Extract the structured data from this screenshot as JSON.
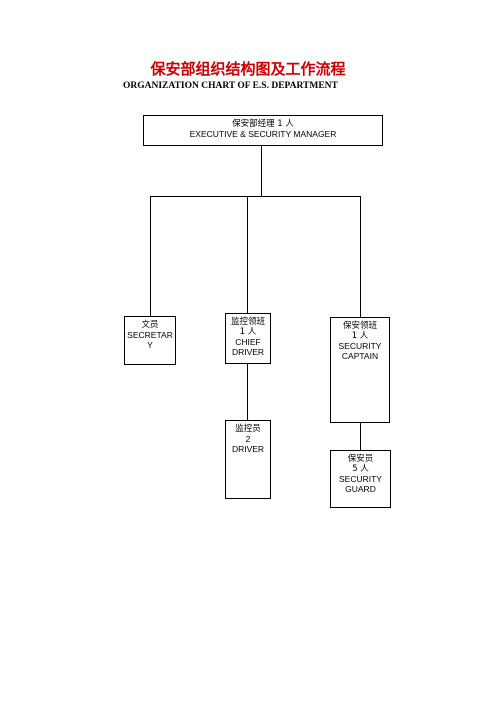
{
  "header": {
    "title": "保安部组织结构图及工作流程",
    "subtitle": "ORGANIZATION CHART OF E.S. DEPARTMENT"
  },
  "nodes": {
    "manager": {
      "line1": "保安部经理 1 人",
      "line2": "EXECUTIVE  & SECURITY MANAGER"
    },
    "secretary": {
      "line1": "文员",
      "line2": "SECRETAR",
      "line3": "Y"
    },
    "chief_driver": {
      "line1": "监控领班",
      "line2": "1 人",
      "line3": "CHIEF",
      "line4": "DRIVER"
    },
    "security_captain": {
      "line1": "保安领班",
      "line2": "1 人",
      "line3": "SECURITY",
      "line4": "CAPTAIN"
    },
    "driver": {
      "line1": "监控员",
      "line2": "2",
      "line3": "DRIVER"
    },
    "security_guard": {
      "line1": "保安员",
      "line2": "5 人",
      "line3": "SECURITY",
      "line4": "GUARD"
    }
  },
  "colors": {
    "title": "#cc0000",
    "lines": "#000000"
  }
}
